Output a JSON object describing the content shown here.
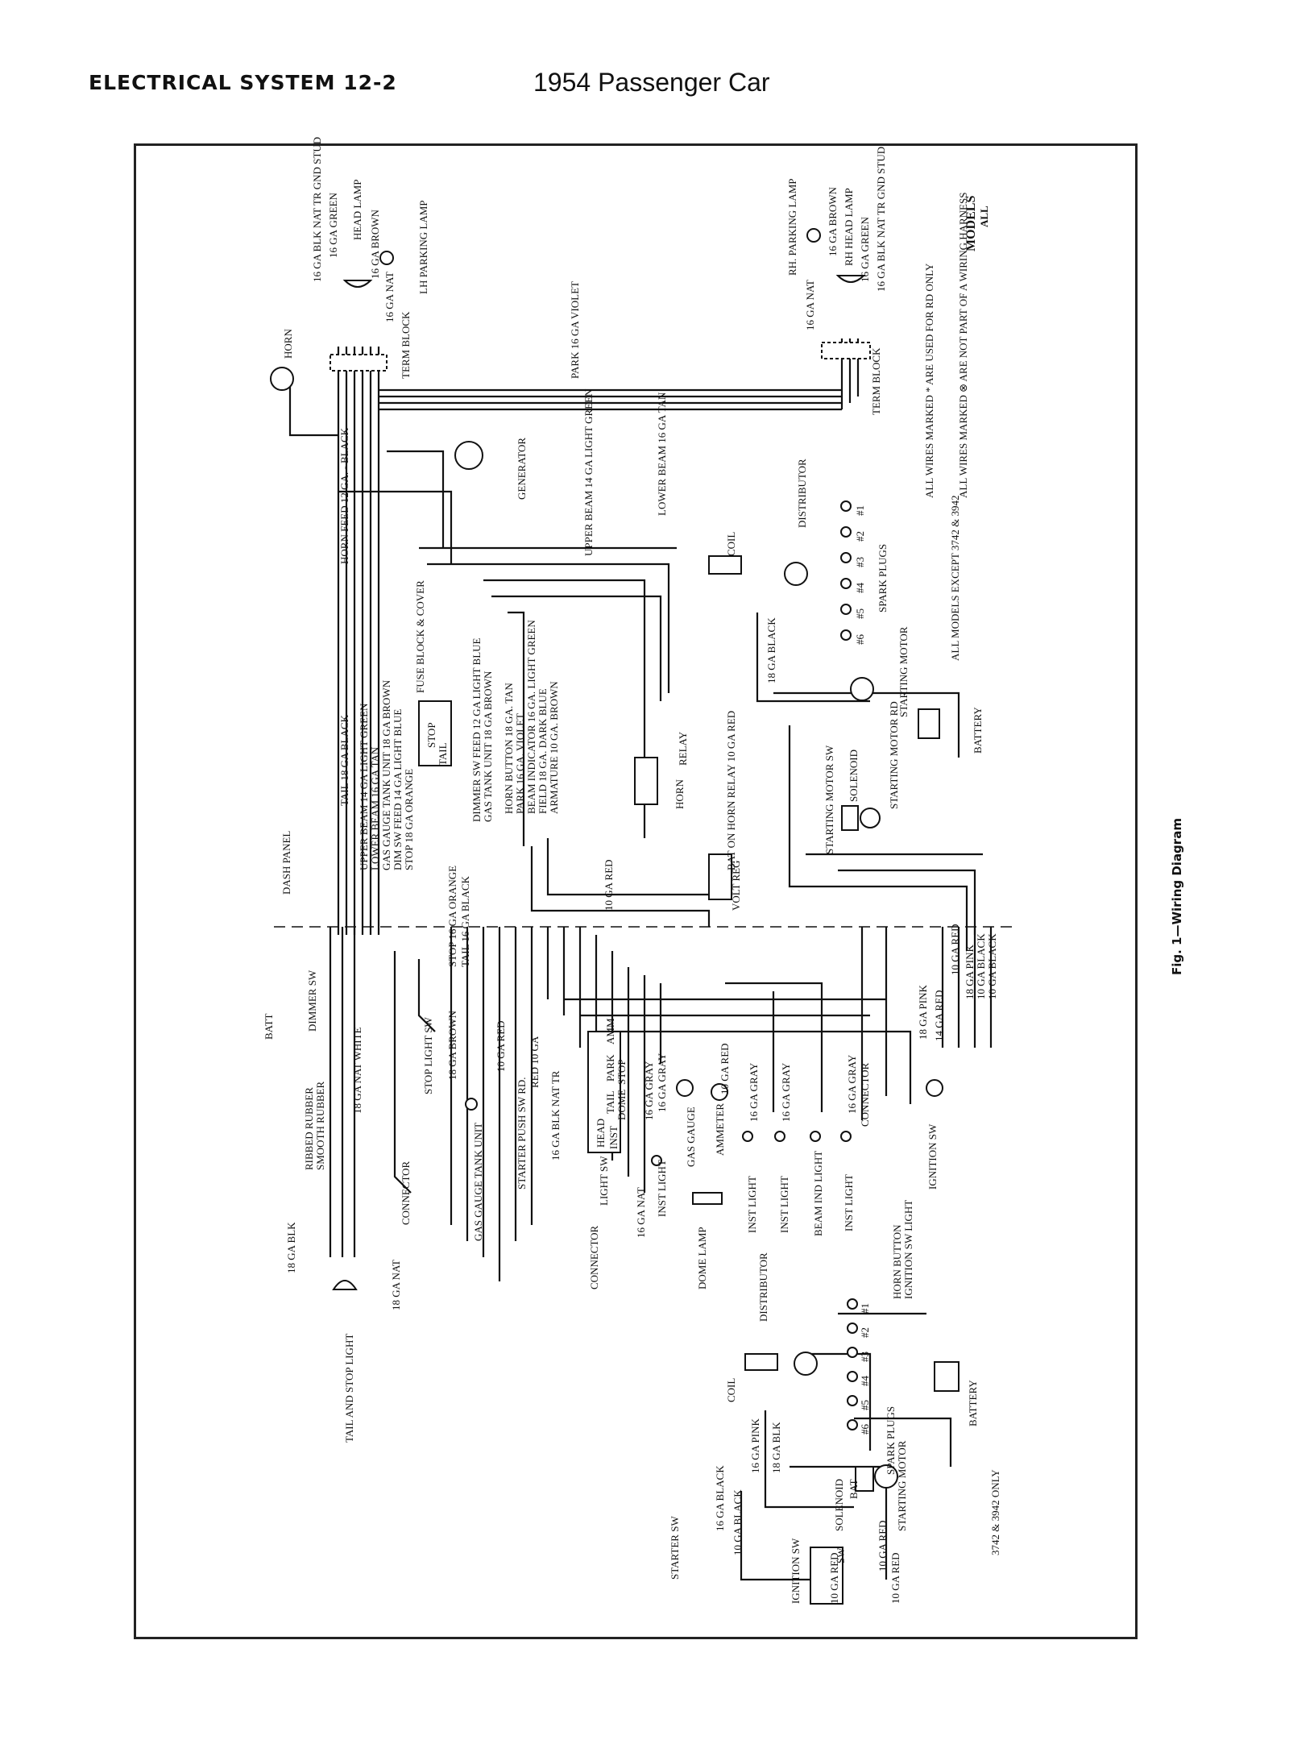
{
  "header": {
    "section": "ELECTRICAL SYSTEM 12-2",
    "title": "1954 Passenger Car"
  },
  "caption": "Fig. 1—Wiring Diagram",
  "models": {
    "heading": "MODELS",
    "value": "ALL"
  },
  "notes": {
    "rd_only": "ALL WIRES MARKED * ARE USED FOR RD ONLY",
    "not_harness": "ALL WIRES MARKED ⊗ ARE NOT PART OF A WIRING HARNESS"
  },
  "section_labels": {
    "all_models": "ALL MODELS EXCEPT 3742 & 3942",
    "only_models": "3742 & 3942 ONLY"
  },
  "front_left": [
    "16 GA BLK NAT TR GND STUD",
    "16 GA GREEN",
    "HEAD LAMP",
    "16 GA BROWN",
    "16 GA NAT",
    "LH PARKING LAMP",
    "TERM BLOCK",
    "HORN"
  ],
  "front_right": [
    "RH. PARKING LAMP",
    "16 GA NAT",
    "16 GA BROWN",
    "RH HEAD LAMP",
    "16 GA GREEN",
    "16 GA BLK NAT TR GND STUD",
    "TERM BLOCK"
  ],
  "harness_mid": [
    "PARK 16 GA VIOLET",
    "UPPER BEAM 14 GA LIGHT GREEN",
    "LOWER BEAM 16 GA TAN",
    "GENERATOR",
    "HORN FEED 12 GA. - BLACK"
  ],
  "engine_right": [
    "COIL",
    "DISTRIBUTOR",
    "#1",
    "#2",
    "#3",
    "#4",
    "#5",
    "#6",
    "SPARK PLUGS",
    "18 GA BLACK",
    "STARTING MOTOR",
    "BATTERY",
    "STARTING MOTOR SW",
    "SOLENOID",
    "STARTING MOTOR RD"
  ],
  "harness_left": [
    "TAIL 18 GA BLACK",
    "UPPER BEAM 14 GA LIGHT GREEN",
    "LOWER BEAM 16 GA TAN",
    "GAS GAUGE TANK UNIT 18 GA BROWN",
    "DIM SW FEED 14 GA LIGHT BLUE",
    "STOP 18 GA ORANGE",
    "FUSE BLOCK & COVER",
    "STOP",
    "TAIL",
    "DIMMER SW FEED 12 GA LIGHT BLUE",
    "GAS TANK UNIT 18 GA BROWN",
    "HORN BUTTON 18 GA. TAN",
    "PARK 16 GA. VIOLET",
    "BEAM INDICATOR 16 GA. LIGHT GREEN",
    "FIELD 18 GA. DARK BLUE",
    "ARMATURE 10 GA. BROWN"
  ],
  "relay_reg": [
    "HORN",
    "RELAY",
    "BAT ON HORN RELAY 10 GA RED",
    "10 GA RED",
    "VOLT REG",
    "DASH PANEL",
    "STOP 16 GA ORANGE",
    "TAIL 16 GA BLACK"
  ],
  "dash": [
    "BATT",
    "DIMMER SW",
    "RIBBED RUBBER",
    "SMOOTH RUBBER",
    "18 GA NAT WHITE",
    "STOP LIGHT SW",
    "18 GA BROWN",
    "GAS GAUGE TANK UNIT",
    "CONNECTOR",
    "18 GA BLK",
    "18 GA NAT",
    "TAIL AND STOP LIGHT",
    "10 GA RED",
    "RED 10 GA",
    "STARTER PUSH SW RD.",
    "16 GA BLK NAT TR",
    "LIGHT SW",
    "HEAD",
    "TAIL",
    "PARK",
    "INST",
    "DOME",
    "STOP",
    "AMM",
    "16 GA GRAY",
    "16 GA GRAY",
    "16 GA NAT",
    "INST LIGHT",
    "GAS GAUGE",
    "AMMETER",
    "10 GA RED",
    "INST LIGHT",
    "INST LIGHT",
    "BEAM IND LIGHT",
    "INST LIGHT",
    "CONNECTOR",
    "16 GA GRAY",
    "16 GA GRAY",
    "16 GA GRAY",
    "HORN BUTTON",
    "IGNITION SW LIGHT",
    "IGNITION SW",
    "CONNECTOR",
    "DOME LAMP",
    "18 GA PINK",
    "14 GA RED",
    "10 GA RED",
    "18 GA PINK",
    "10 GA BLACK",
    "10 GA BLACK"
  ],
  "lower_section": [
    "DISTRIBUTOR",
    "#1",
    "#2",
    "#3",
    "#4",
    "#5",
    "#6",
    "SPARK PLUGS",
    "COIL",
    "16 GA PINK",
    "18 GA BLK",
    "16 GA BLACK",
    "STARTING MOTOR",
    "BATTERY",
    "SOLENOID",
    "BAT",
    "SW",
    "10 GA RED",
    "STARTER SW",
    "10 GA BLACK",
    "IGNITION SW",
    "10 GA RED",
    "10 GA RED"
  ]
}
